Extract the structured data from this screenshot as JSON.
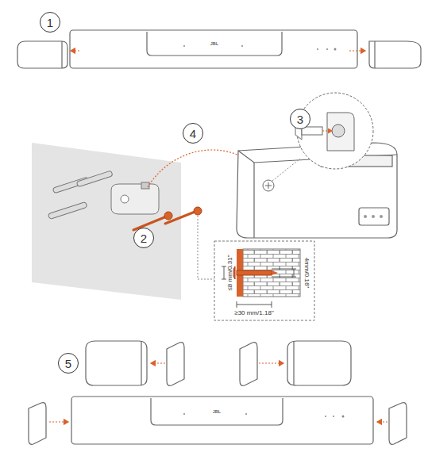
{
  "diagram": {
    "nodes": [
      {
        "text": [
          "1"
        ]
      },
      {
        "text": [
          "4"
        ]
      },
      {
        "text": [
          "3"
        ]
      },
      {
        "text": [
          "2"
        ]
      },
      {
        "text": [
          "5"
        ]
      }
    ],
    "labels": [
      "JBL",
      "≤8 mm/0.31\"",
      "4mm/0.16\"",
      "≥30 mm/1.18\"",
      "JBL"
    ]
  }
}
